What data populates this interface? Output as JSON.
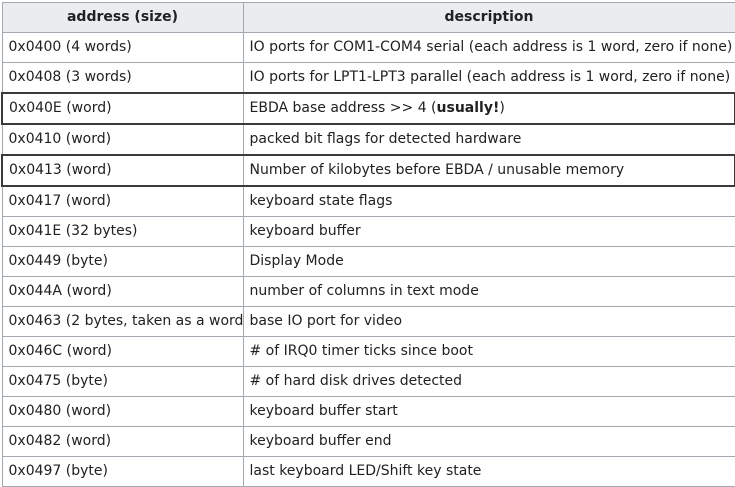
{
  "table": {
    "headers": [
      "address (size)",
      "description"
    ],
    "rows": [
      {
        "address": "0x0400 (4 words)",
        "description": "IO ports for COM1-COM4 serial (each address is 1 word, zero if none)"
      },
      {
        "address": "0x0408 (3 words)",
        "description": "IO ports for LPT1-LPT3 parallel (each address is 1 word, zero if none)"
      },
      {
        "address": "0x040E (word)",
        "description": "EBDA base address >> 4 (",
        "description_bold": "usually!",
        "description_tail": ")"
      },
      {
        "address": "0x0410 (word)",
        "description": "packed bit flags for detected hardware"
      },
      {
        "address": "0x0413 (word)",
        "description": "Number of kilobytes before EBDA / unusable memory"
      },
      {
        "address": "0x0417 (word)",
        "description": "keyboard state flags"
      },
      {
        "address": "0x041E (32 bytes)",
        "description": "keyboard buffer"
      },
      {
        "address": "0x0449 (byte)",
        "description": "Display Mode"
      },
      {
        "address": "0x044A (word)",
        "description": "number of columns in text mode"
      },
      {
        "address": "0x0463 (2 bytes, taken as a word)",
        "description": "base IO port for video"
      },
      {
        "address": "0x046C (word)",
        "description": "# of IRQ0 timer ticks since boot"
      },
      {
        "address": "0x0475 (byte)",
        "description": "# of hard disk drives detected"
      },
      {
        "address": "0x0480 (word)",
        "description": "keyboard buffer start"
      },
      {
        "address": "0x0482 (word)",
        "description": "keyboard buffer end"
      },
      {
        "address": "0x0497 (byte)",
        "description": "last keyboard LED/Shift key state"
      }
    ]
  }
}
